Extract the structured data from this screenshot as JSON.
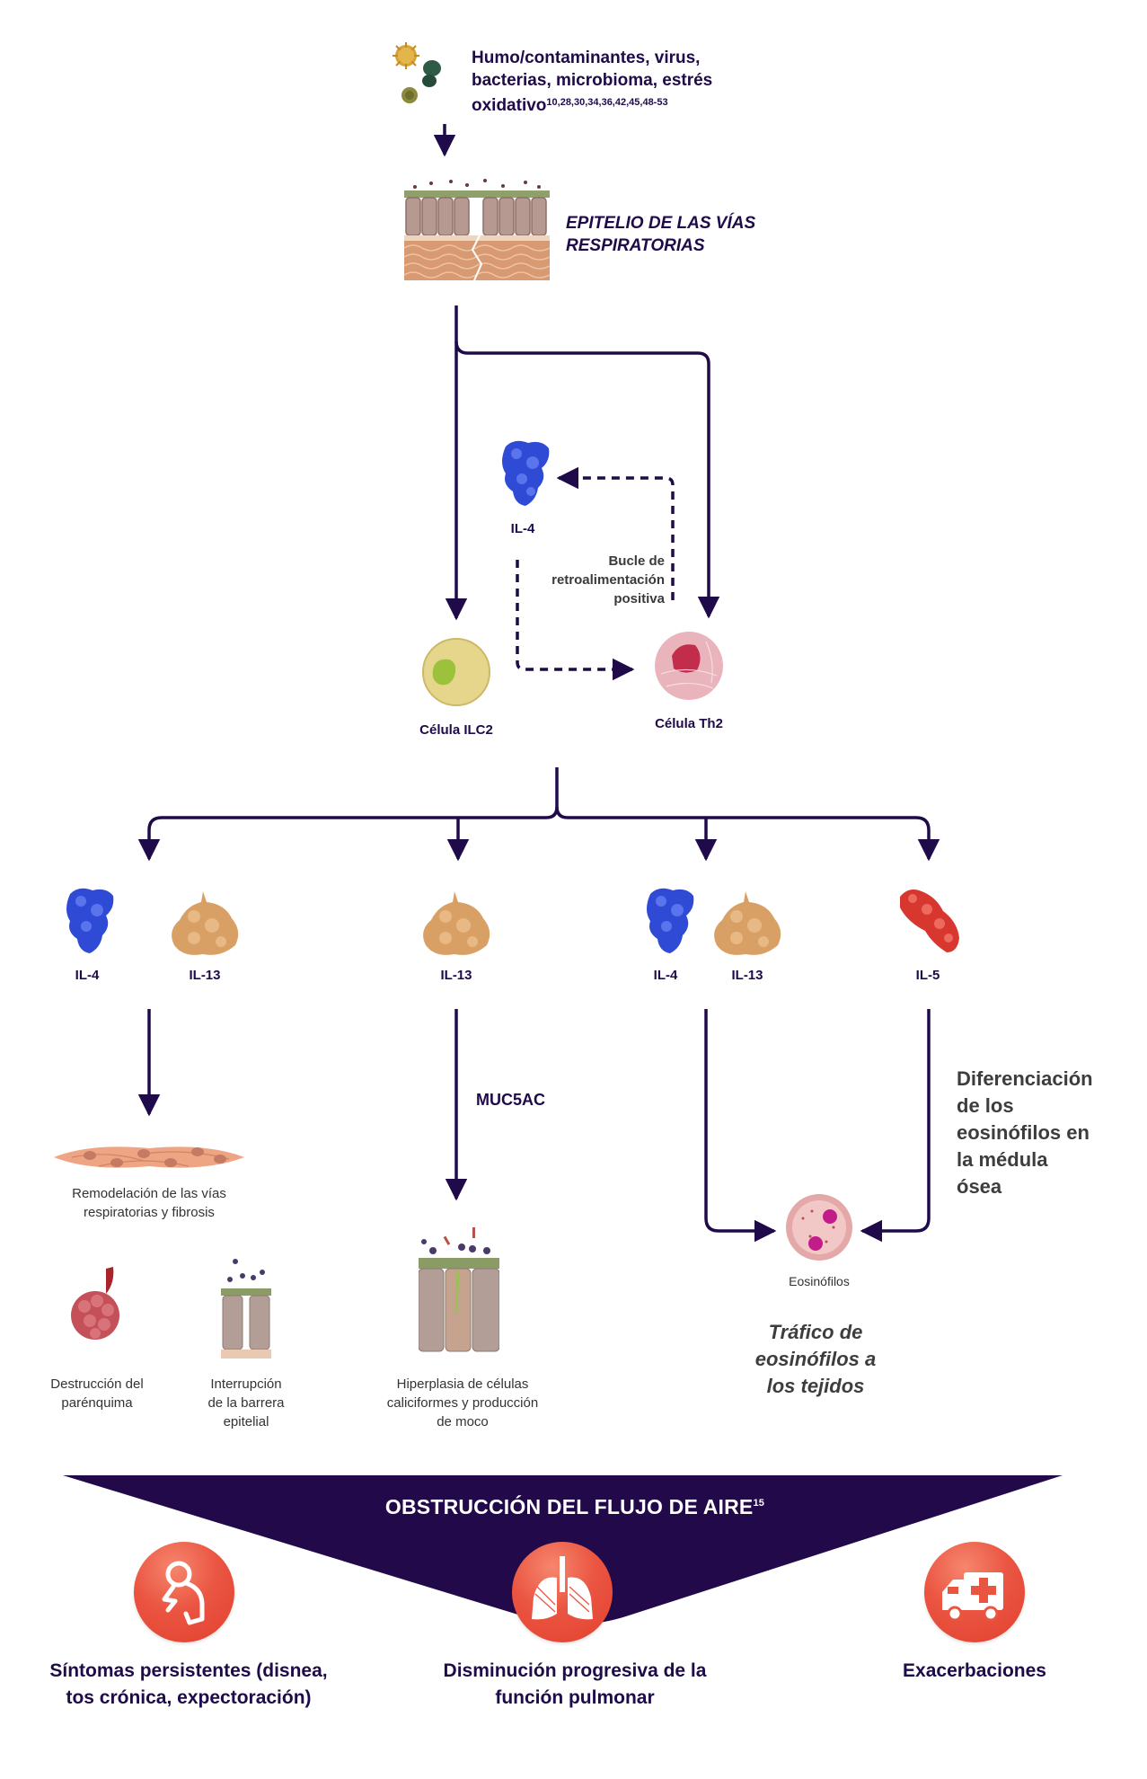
{
  "colors": {
    "line": "#1f0a4a",
    "triangle": "#220a4a",
    "icon_circle": "#e84a3c",
    "il4": "#2f4bd6",
    "il13": "#d9a066",
    "il5": "#d8372f"
  },
  "sources": {
    "text": "Humo/contaminantes, virus, bacterias, microbioma, estrés oxidativo",
    "refs": "10,28,30,34,36,42,45,48-53",
    "icon": "pathogen-particles-icon"
  },
  "epithelium": {
    "label_line1": "EPITELIO DE LAS VÍAS",
    "label_line2": "RESPIRATORIAS"
  },
  "loop": {
    "il4_label": "IL-4",
    "text_line1": "Bucle de",
    "text_line2": "retroalimentación",
    "text_line3": "positiva"
  },
  "cells": {
    "ilc2": "Célula ILC2",
    "th2": "Célula Th2"
  },
  "cytokines": {
    "branch1": [
      "IL-4",
      "IL-13"
    ],
    "branch2": [
      "IL-13"
    ],
    "branch3": [
      "IL-4",
      "IL-13"
    ],
    "branch4": [
      "IL-5"
    ]
  },
  "muc5ac": "MUC5AC",
  "effects": {
    "remodel_line1": "Remodelación de las vías",
    "remodel_line2": "respiratorias y fibrosis",
    "parenchyma_line1": "Destrucción del",
    "parenchyma_line2": "parénquima",
    "barrier_line1": "Interrupción",
    "barrier_line2": "de la barrera",
    "barrier_line3": "epitelial",
    "goblet_line1": "Hiperplasia de células",
    "goblet_line2": "caliciformes y producción",
    "goblet_line3": "de moco"
  },
  "eosinophil": {
    "label": "Eosinófilos",
    "differentiation": [
      "Diferenciación",
      "de los",
      "eosinófilos en",
      "la médula",
      "ósea"
    ],
    "trafficking": [
      "Tráfico de",
      "eosinófilos a",
      "los tejidos"
    ]
  },
  "obstruction": {
    "title": "OBSTRUCCIÓN DEL FLUJO DE AIRE",
    "ref": "15"
  },
  "outcomes": [
    {
      "icon": "coughing-person-icon",
      "line1": "Síntomas persistentes (disnea,",
      "line2": "tos crónica, expectoración)"
    },
    {
      "icon": "lungs-icon",
      "line1": "Disminución progresiva de la",
      "line2": "función pulmonar"
    },
    {
      "icon": "ambulance-icon",
      "line1": "Exacerbaciones",
      "line2": ""
    }
  ]
}
